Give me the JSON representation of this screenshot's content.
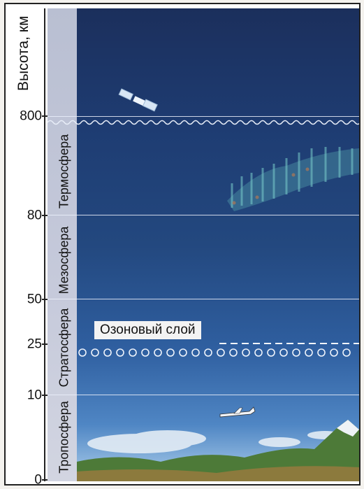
{
  "y_axis_title": "Высота, км",
  "ticks": [
    "800",
    "80",
    "50",
    "25",
    "10",
    "0"
  ],
  "layers": [
    "Термосфера",
    "Мезосфера",
    "Стратосфера",
    "Тропосфера"
  ],
  "ozone_label": "Озоновый слой",
  "chart_data": {
    "type": "diagram",
    "ylabel": "Высота, км",
    "tick_labels": [
      "0",
      "10",
      "25",
      "50",
      "80",
      "800"
    ],
    "layers": [
      {
        "name": "Тропосфера",
        "from": 0,
        "to": 10
      },
      {
        "name": "Стратосфера",
        "from": 10,
        "to": 50
      },
      {
        "name": "Мезосфера",
        "from": 50,
        "to": 80
      },
      {
        "name": "Термосфера",
        "from": 80,
        "to": 800
      }
    ],
    "annotations": [
      {
        "text": "Озоновый слой",
        "at": 25
      }
    ],
    "icons": [
      "satellite-icon",
      "airplane-icon",
      "aurora",
      "cloud",
      "mountain"
    ]
  },
  "colors": {
    "sky_top": "#1b2f5c",
    "sky_bottom": "#a9c8e2",
    "strip": "#c3c8d9"
  }
}
